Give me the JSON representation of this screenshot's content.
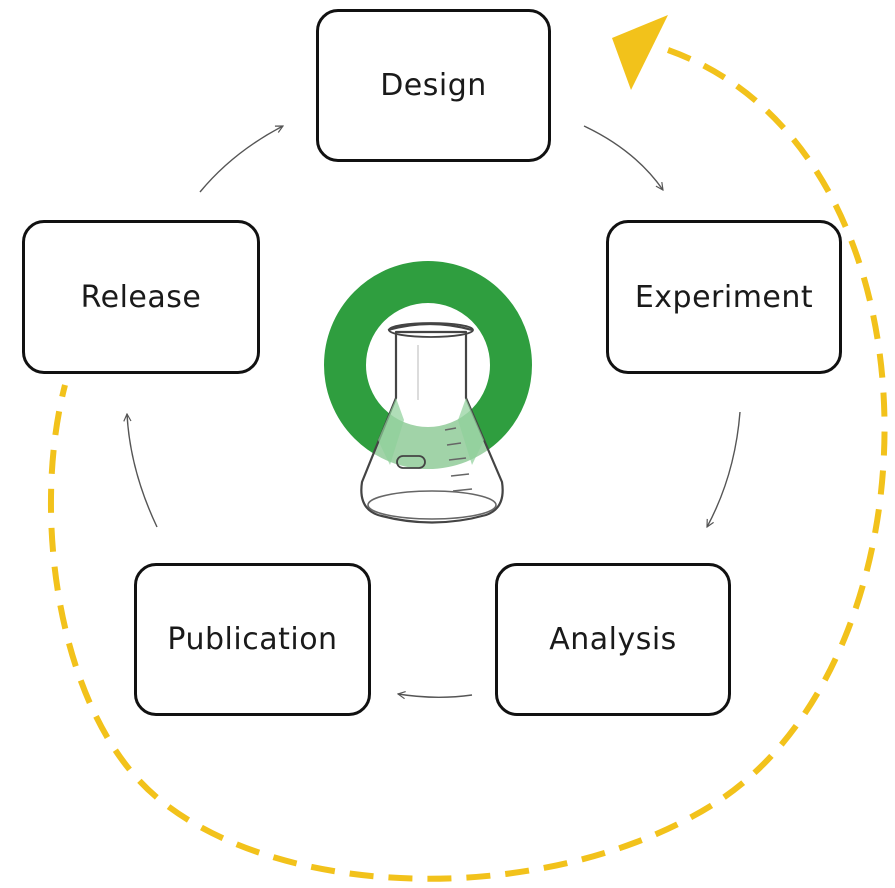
{
  "diagram": {
    "stages": [
      {
        "id": "design",
        "label": "Design"
      },
      {
        "id": "experiment",
        "label": "Experiment"
      },
      {
        "id": "analysis",
        "label": "Analysis"
      },
      {
        "id": "publication",
        "label": "Publication"
      },
      {
        "id": "release",
        "label": "Release"
      }
    ],
    "center_icon": "flask-icon",
    "colors": {
      "outer_cycle": "#F2C21B",
      "center_ring": "#2F9E3F",
      "box_border": "#111111",
      "arrow": "#555555"
    }
  }
}
